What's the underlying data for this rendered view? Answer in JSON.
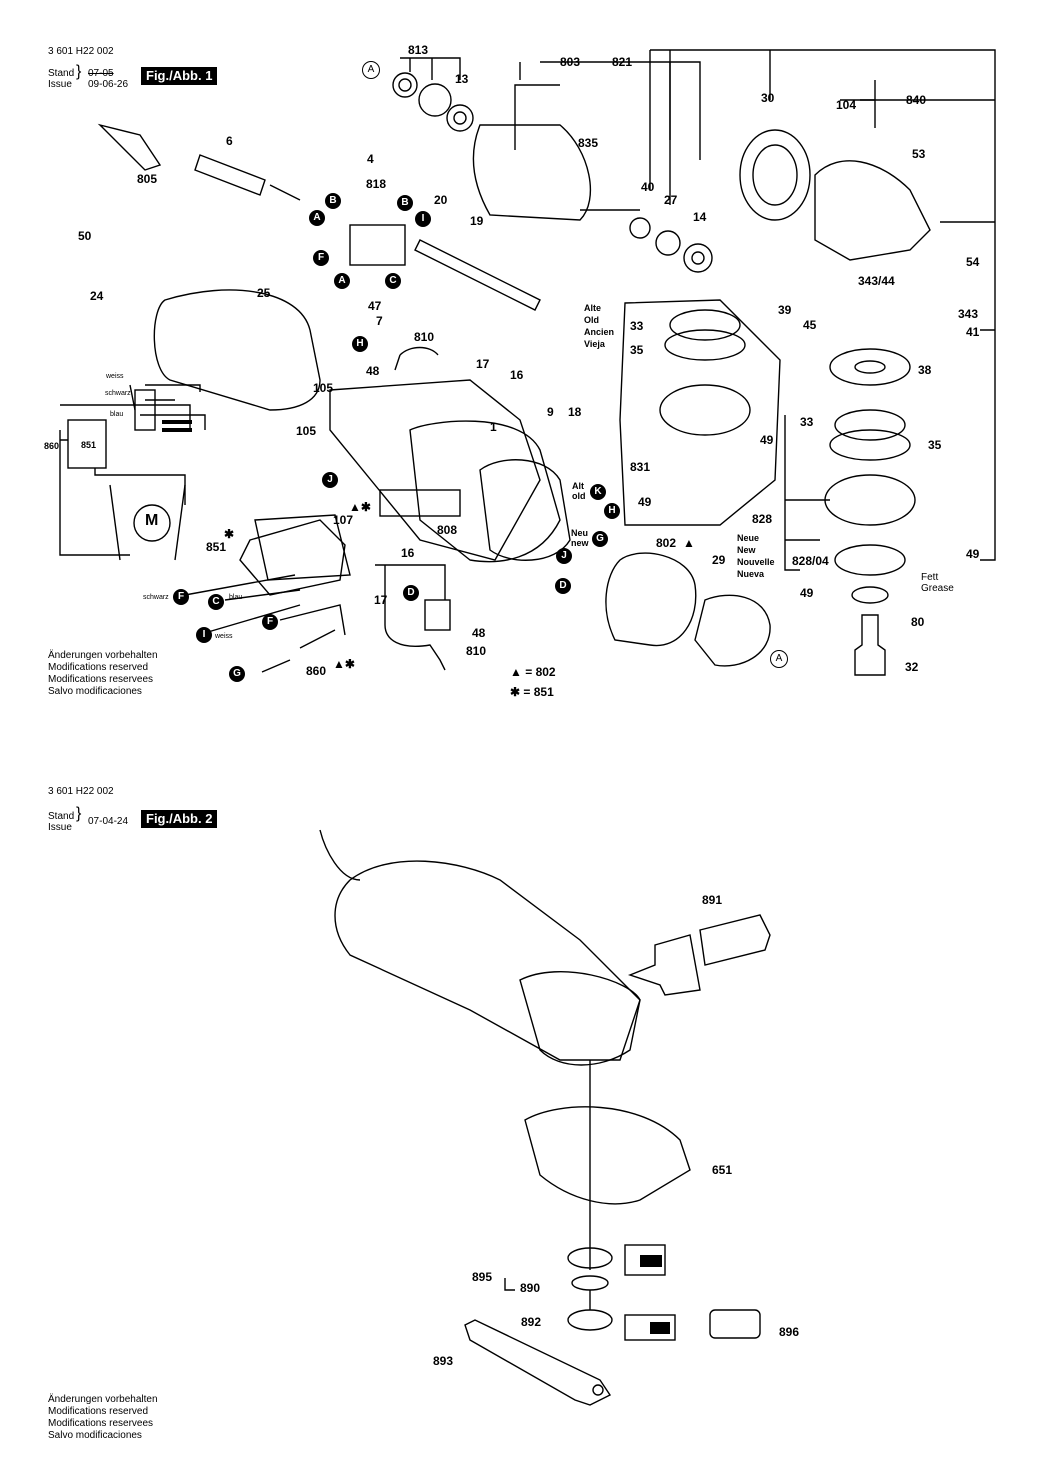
{
  "fig1": {
    "part_number": "3 601 H22 002",
    "stand_label": "Stand",
    "issue_label": "Issue",
    "stand_date_old": "07-05",
    "issue_date": "09-06-26",
    "fig_label": "Fig./Abb. 1",
    "notes": [
      "Änderungen vorbehalten",
      "Modifications reserved",
      "Modifications reservees",
      "Salvo modificaciones"
    ],
    "legend": [
      {
        "symbol": "▲",
        "text": "= 802"
      },
      {
        "symbol": "✱",
        "text": "= 851"
      }
    ],
    "old_labels": [
      "Alte",
      "Old",
      "Ancien",
      "Vieja"
    ],
    "new_labels": [
      "Neue",
      "New",
      "Nouvelle",
      "Nueva"
    ],
    "alt_old": [
      "Alt",
      "old"
    ],
    "neu_new": [
      "Neu",
      "new"
    ],
    "grease": [
      "Fett",
      "Grease"
    ],
    "wires": {
      "weiss": "weiss",
      "schwarz": "schwarz",
      "blau": "blau"
    },
    "callouts": {
      "c813": "813",
      "c13": "13",
      "c803": "803",
      "c821": "821",
      "c30": "30",
      "c104": "104",
      "c840": "840",
      "c835": "835",
      "c53": "53",
      "c6": "6",
      "c805": "805",
      "c4": "4",
      "c818": "818",
      "c20": "20",
      "c19": "19",
      "c40": "40",
      "c27": "27",
      "c14": "14",
      "c50": "50",
      "c24": "24",
      "c25": "25",
      "c47": "47",
      "c7": "7",
      "c810a": "810",
      "c17a": "17",
      "c16a": "16",
      "c48a": "48",
      "c105a": "105",
      "c105b": "105",
      "c1": "1",
      "c9": "9",
      "c18": "18",
      "c33a": "33",
      "c35a": "35",
      "c49a": "49",
      "c831": "831",
      "c49b": "49",
      "c54": "54",
      "c343_44": "343/44",
      "c39": "39",
      "c45": "45",
      "c343": "343",
      "c41": "41",
      "c38": "38",
      "c33b": "33",
      "c35b": "35",
      "c828": "828",
      "c828_04": "828/04",
      "c49c": "49",
      "c49d": "49",
      "c80": "80",
      "c32": "32",
      "c107": "107",
      "c851": "851",
      "c808": "808",
      "c802": "802",
      "c29": "29",
      "c16b": "16",
      "c17b": "17",
      "c48b": "48",
      "c810b": "810",
      "c860a": "860",
      "c860b": "860",
      "c851box": "851",
      "cM": "M"
    },
    "letters": {
      "A": "A",
      "B": "B",
      "C": "C",
      "D": "D",
      "F": "F",
      "G": "G",
      "H": "H",
      "I": "I",
      "J": "J",
      "K": "K"
    }
  },
  "fig2": {
    "part_number": "3 601 H22 002",
    "stand_label": "Stand",
    "issue_label": "Issue",
    "issue_date": "07-04-24",
    "fig_label": "Fig./Abb. 2",
    "notes": [
      "Änderungen vorbehalten",
      "Modifications reserved",
      "Modifications reservees",
      "Salvo modificaciones"
    ],
    "callouts": {
      "c891": "891",
      "c651": "651",
      "c895": "895",
      "c890": "890",
      "c892": "892",
      "c896": "896",
      "c893": "893"
    }
  }
}
